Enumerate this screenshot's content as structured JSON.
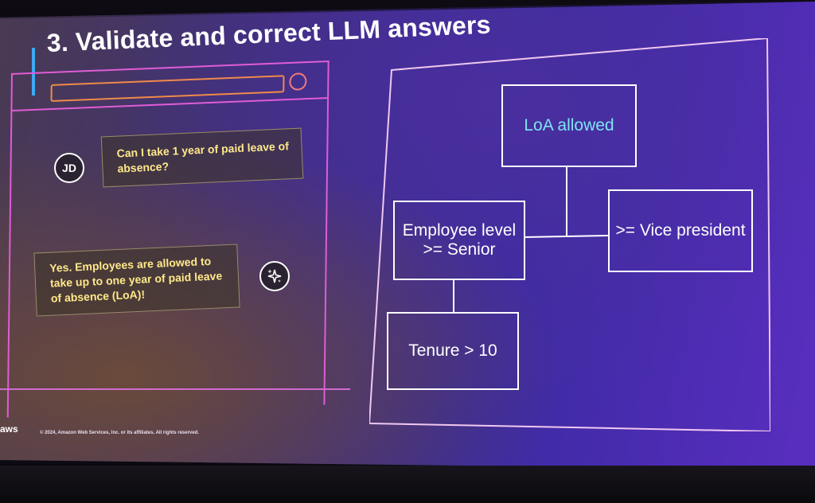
{
  "slide": {
    "title": "3. Validate and correct LLM answers",
    "footer_logo": "aws",
    "footer_copyright": "© 2024, Amazon Web Services, Inc. or its affiliates. All rights reserved."
  },
  "chat": {
    "user_avatar": "JD",
    "user_question": "Can I take 1 year of paid leave of absence?",
    "ai_avatar_icon": "sparkles-icon",
    "ai_answer": "Yes. Employees are allowed to take up to one year of paid leave of absence (LoA)!"
  },
  "tree": {
    "root": "LoA allowed",
    "condition_left": "Employee level >= Senior",
    "condition_right": ">= Vice president",
    "leaf": "Tenure > 10"
  },
  "colors": {
    "frame_pink": "#e05cd6",
    "bubble_text": "#ffe88a",
    "root_node_text": "#7fe3f0",
    "background_purple": "#3a2aa0"
  }
}
